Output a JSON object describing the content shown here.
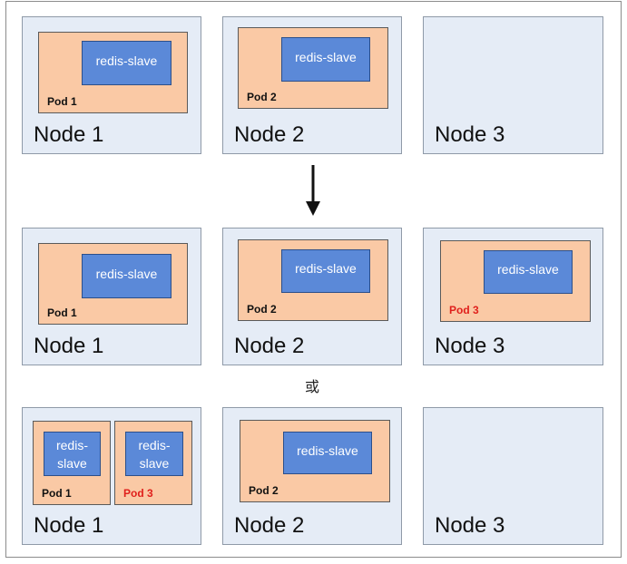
{
  "container_label": "redis-slave",
  "container_label_wrapped": "redis-\nslave",
  "nodes": [
    "Node 1",
    "Node 2",
    "Node 3"
  ],
  "pods": [
    "Pod 1",
    "Pod 2",
    "Pod 3"
  ],
  "separator": "或",
  "colors": {
    "node_fill": "#e5ecf6",
    "pod_fill": "#fac9a5",
    "container_fill": "#5b89d8",
    "new_pod_label": "#e0201c"
  }
}
